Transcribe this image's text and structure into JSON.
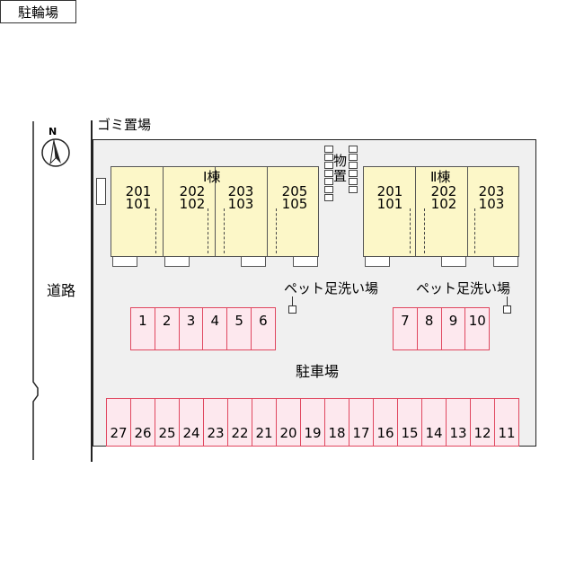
{
  "labels": {
    "north": "N",
    "garbage": "ゴミ置場",
    "road": "道路",
    "storage_line1": "物",
    "storage_line2": "置",
    "building1": "Ⅰ棟",
    "building2": "Ⅱ棟",
    "pet_wash_left": "ペット足洗い場",
    "pet_wash_right": "ペット足洗い場",
    "bicycle_parking": "駐輪場",
    "parking_lot": "駐車場"
  },
  "buildings": [
    {
      "name": "Ⅰ棟",
      "units": [
        {
          "upper": "201",
          "lower": "101"
        },
        {
          "upper": "202",
          "lower": "102"
        },
        {
          "upper": "203",
          "lower": "103"
        },
        {
          "upper": "205",
          "lower": "105"
        }
      ]
    },
    {
      "name": "Ⅱ棟",
      "units": [
        {
          "upper": "201",
          "lower": "101"
        },
        {
          "upper": "202",
          "lower": "102"
        },
        {
          "upper": "203",
          "lower": "103"
        }
      ]
    }
  ],
  "parking": {
    "left_group": [
      "1",
      "2",
      "3",
      "4",
      "5",
      "6"
    ],
    "right_group": [
      "7",
      "8",
      "9",
      "10"
    ],
    "bottom_row": [
      "27",
      "26",
      "25",
      "24",
      "23",
      "22",
      "21",
      "20",
      "19",
      "18",
      "17",
      "16",
      "15",
      "14",
      "13",
      "12",
      "11"
    ]
  },
  "colors": {
    "building_fill": "#fcf7c8",
    "parking_fill": "#fde8ee",
    "parking_border": "#e0475f",
    "lot_fill": "#f0f0f0"
  }
}
